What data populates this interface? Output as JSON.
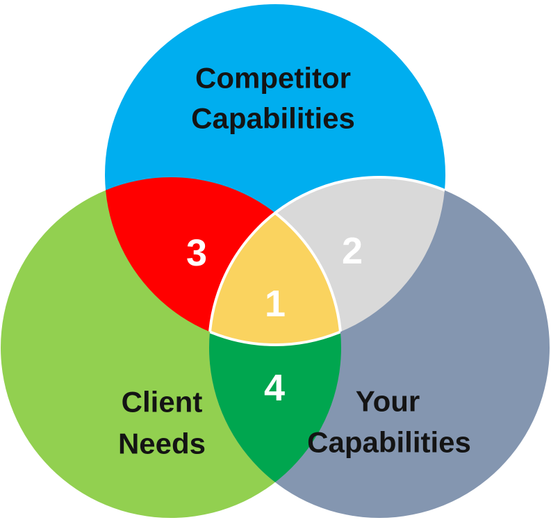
{
  "venn": {
    "background_color": "#FFFFFF",
    "outline_color": "#FFFFFF",
    "label_color": "#141414",
    "number_color": "#FFFFFF",
    "circles": [
      {
        "name": "Competitor Capabilities",
        "label_line1": "Competitor",
        "label_line2": "Capabilities",
        "color": "#00AEEF",
        "position": "top"
      },
      {
        "name": "Client Needs",
        "label_line1": "Client",
        "label_line2": "Needs",
        "color": "#92D050",
        "position": "bottom-left"
      },
      {
        "name": "Your Capabilities",
        "label_line1": "Your",
        "label_line2": "Capabilities",
        "color": "#8496B0",
        "position": "bottom-right"
      }
    ],
    "regions": [
      {
        "number": "1",
        "color": "#FAD35F",
        "overlap_of": "Competitor Capabilities + Client Needs + Your Capabilities"
      },
      {
        "number": "2",
        "color": "#D9D9D9",
        "overlap_of": "Competitor Capabilities + Your Capabilities"
      },
      {
        "number": "3",
        "color": "#FF0000",
        "overlap_of": "Competitor Capabilities + Client Needs"
      },
      {
        "number": "4",
        "color": "#00A64F",
        "overlap_of": "Client Needs + Your Capabilities"
      }
    ]
  }
}
